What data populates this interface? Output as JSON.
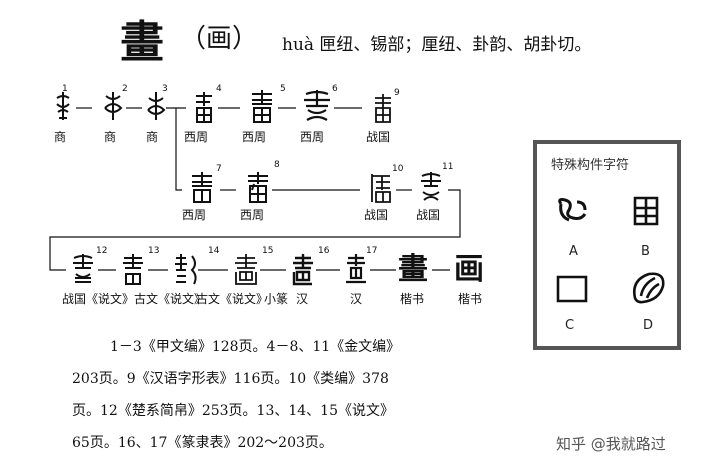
{
  "header": {
    "char": "畫",
    "simplified": "（画）",
    "reading": "huà 匣纽、锡部；厘纽、卦韵、胡卦切。"
  },
  "row1": [
    {
      "n": "1",
      "label": "商"
    },
    {
      "n": "2",
      "label": "商"
    },
    {
      "n": "3",
      "label": "商"
    },
    {
      "n": "4",
      "label": "西周"
    },
    {
      "n": "5",
      "label": "西周"
    },
    {
      "n": "6",
      "label": "西周"
    },
    {
      "n": "9",
      "label": "战国"
    }
  ],
  "row2": [
    {
      "n": "7",
      "label": "西周"
    },
    {
      "n": "8",
      "label": "西周"
    },
    {
      "n": "10",
      "label": "战国"
    },
    {
      "n": "11",
      "label": "战国"
    }
  ],
  "row3": [
    {
      "n": "12",
      "label": "战国《说文》"
    },
    {
      "n": "13",
      "label": "古文《说文》"
    },
    {
      "n": "14",
      "label": "古文《说文》"
    },
    {
      "n": "15",
      "label": "小篆"
    },
    {
      "n": "16",
      "label": "汉"
    },
    {
      "n": "17",
      "label": "汉"
    },
    {
      "n": "",
      "label": "楷书",
      "glyph": "畫"
    },
    {
      "n": "",
      "label": "楷书",
      "glyph": "画"
    }
  ],
  "refs": [
    "1－3《甲文编》128页。4－8、11《金文编》",
    "203页。9《汉语字形表》116页。10《类编》378",
    "页。12《楚系简帛》253页。13、14、15《说文》",
    "65页。16、17《篆隶表》202～203页。"
  ],
  "panel": {
    "title": "特殊构件字符",
    "items": [
      {
        "label": "A",
        "icon": "loop-shape-icon"
      },
      {
        "label": "B",
        "icon": "field-box-icon"
      },
      {
        "label": "C",
        "icon": "mouth-box-icon"
      },
      {
        "label": "D",
        "icon": "leaf-shape-icon"
      }
    ]
  },
  "watermark": "知乎 @我就路过"
}
